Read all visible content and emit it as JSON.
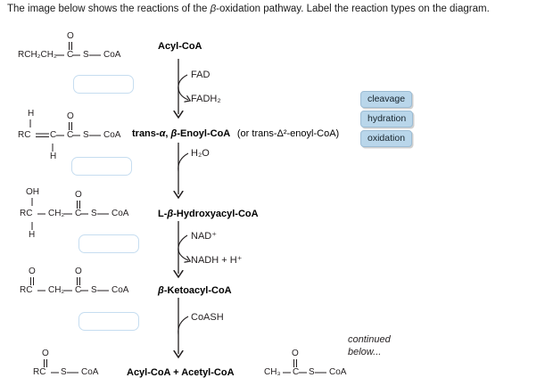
{
  "prompt": {
    "before": "The image below shows the reactions of the ",
    "greek": "β",
    "after": "-oxidation pathway. Label the reaction types on the diagram."
  },
  "structures": [
    {
      "id": "acyl-coa-structure",
      "left_group": "RCH₂CH₂",
      "carbonyl": "C",
      "oxygen": "O",
      "sulfur": "S",
      "coa": "CoA",
      "full": "RCH2CH2-C(=O)-S-CoA"
    },
    {
      "id": "trans-enoyl-coa-structure",
      "left_group": "RC",
      "top_h": "H",
      "bottom_h": "H",
      "alkene_c": "C",
      "carbonyl": "C",
      "oxygen": "O",
      "sulfur": "S",
      "coa": "CoA",
      "full": "RC(H)=C(H)-C(=O)-S-CoA"
    },
    {
      "id": "hydroxyacyl-coa-structure",
      "left_group": "RC",
      "top_oh": "OH",
      "bottom_h": "H",
      "ch2": "CH₂",
      "carbonyl": "C",
      "oxygen": "O",
      "sulfur": "S",
      "coa": "CoA",
      "full": "RC(OH)(H)-CH2-C(=O)-S-CoA"
    },
    {
      "id": "ketoacyl-coa-structure",
      "left_group": "RC",
      "top_oxygen": "O",
      "ch2": "CH₂",
      "carbonyl": "C",
      "oxygen": "O",
      "sulfur": "S",
      "coa": "CoA",
      "full": "RC(=O)-CH2-C(=O)-S-CoA"
    },
    {
      "id": "acyl-coa-product-structure",
      "left_group": "RC",
      "oxygen": "O",
      "sulfur": "S",
      "coa": "CoA",
      "full": "RC(=O)-S-CoA"
    },
    {
      "id": "acetyl-coa-product-structure",
      "left_group": "CH₃",
      "carbonyl": "C",
      "oxygen": "O",
      "sulfur": "S",
      "coa": "CoA",
      "full": "CH3-C(=O)-S-CoA"
    }
  ],
  "compound_names": {
    "acyl_coa": "Acyl-CoA",
    "enoyl_coa_main": "trans-α, β-Enoyl-CoA",
    "enoyl_coa_alt": "(or trans-Δ²-enoyl-CoA)",
    "enoyl_prefix": "trans-",
    "enoyl_alpha": "α",
    "enoyl_comma": ", ",
    "enoyl_beta": "β",
    "enoyl_suffix": "-Enoyl-CoA",
    "hydroxyacyl_coa_prefix": "L-",
    "hydroxyacyl_coa_beta": "β",
    "hydroxyacyl_coa_suffix": "-Hydroxyacyl-CoA",
    "ketoacyl_coa_beta": "β",
    "ketoacyl_coa_suffix": "-Ketoacyl-CoA",
    "products": "Acyl-CoA + Acetyl-CoA"
  },
  "cofactors": [
    {
      "id": "fad",
      "label": "FAD",
      "direction": "in"
    },
    {
      "id": "fadh2",
      "label": "FADH₂",
      "direction": "out"
    },
    {
      "id": "h2o",
      "label": "H₂O",
      "direction": "in"
    },
    {
      "id": "nad-plus",
      "label": "NAD⁺",
      "direction": "in"
    },
    {
      "id": "nadh-h",
      "label": "NADH + H⁺",
      "direction": "out"
    },
    {
      "id": "coash",
      "label": "CoASH",
      "direction": "in"
    }
  ],
  "drop_targets": [
    {
      "id": "drop-target-1",
      "value": "",
      "reaction": "oxidation-step"
    },
    {
      "id": "drop-target-2",
      "value": "",
      "reaction": "hydration-step"
    },
    {
      "id": "drop-target-3",
      "value": "",
      "reaction": "oxidation-step-2"
    },
    {
      "id": "drop-target-4",
      "value": "",
      "reaction": "cleavage-step"
    }
  ],
  "answer_chips": [
    {
      "id": "chip-cleavage",
      "label": "cleavage"
    },
    {
      "id": "chip-hydration",
      "label": "hydration"
    },
    {
      "id": "chip-oxidation",
      "label": "oxidation"
    }
  ],
  "footer": {
    "continued_line1": "continued",
    "continued_line2": "below..."
  },
  "colors": {
    "chip_fill": "#b9d6ea",
    "chip_border": "#9dbdd4",
    "dropbox_border": "#c6ddf0",
    "text": "#231f20",
    "background": "#ffffff"
  }
}
